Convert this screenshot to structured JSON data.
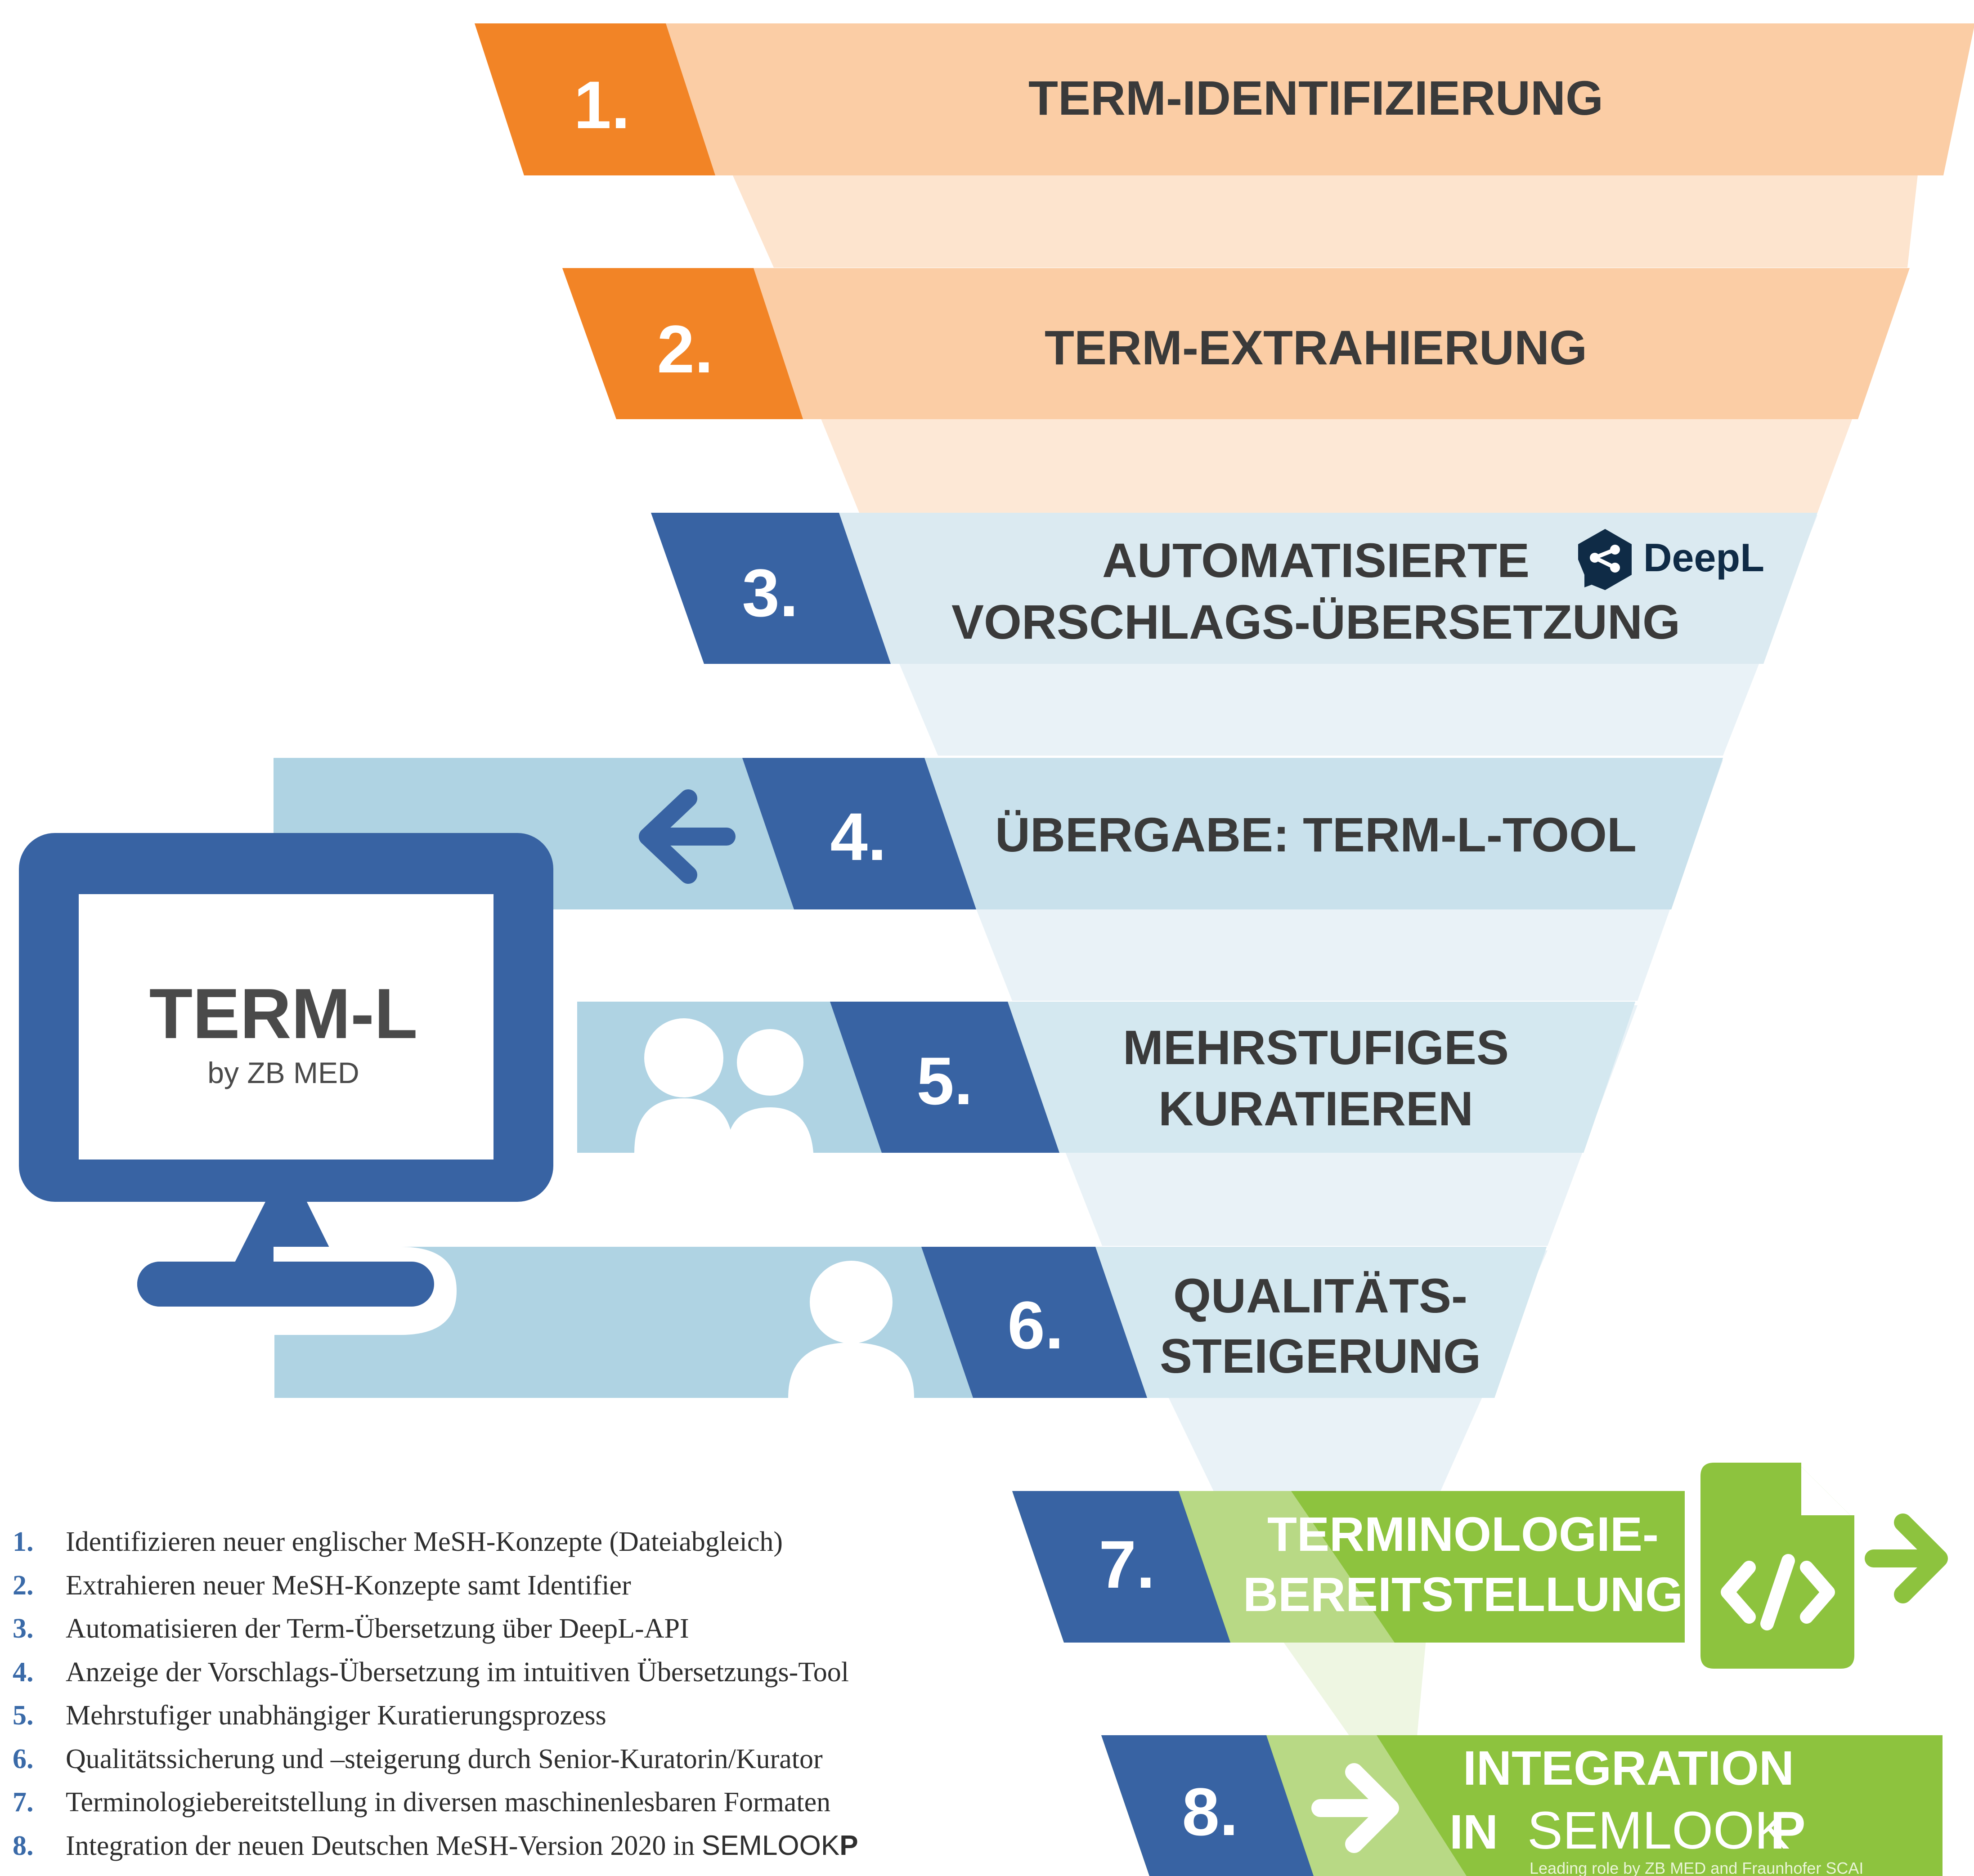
{
  "steps": [
    {
      "number": "1.",
      "lines": [
        "TERM-IDENTIFIZIERUNG"
      ]
    },
    {
      "number": "2.",
      "lines": [
        "TERM-EXTRAHIERUNG"
      ]
    },
    {
      "number": "3.",
      "lines": [
        "AUTOMATISIERTE",
        "VORSCHLAGS-ÜBERSETZUNG"
      ]
    },
    {
      "number": "4.",
      "lines": [
        "ÜBERGABE: TERM-L-TOOL"
      ]
    },
    {
      "number": "5.",
      "lines": [
        "MEHRSTUFIGES",
        "KURATIEREN"
      ]
    },
    {
      "number": "6.",
      "lines": [
        "QUALITÄTS-",
        "STEIGERUNG"
      ]
    },
    {
      "number": "7.",
      "lines": [
        "TERMINOLOGIE-",
        "BEREITSTELLUNG"
      ]
    },
    {
      "number": "8.",
      "lines": [
        "INTEGRATION",
        "IN"
      ]
    }
  ],
  "deepl_logo": {
    "text": "DeepL"
  },
  "monitor": {
    "title": "TERM-L",
    "subtitle": "by ZB MED"
  },
  "semlookp": {
    "light": "SEMLOOK",
    "bold": "P",
    "tagline": "Leading role by ZB MED and Fraunhofer SCAI"
  },
  "legend": [
    {
      "n": "1.",
      "text": "Identifizieren neuer englischer MeSH-Konzepte (Dateiabgleich)"
    },
    {
      "n": "2.",
      "text": "Extrahieren neuer MeSH-Konzepte samt Identifier"
    },
    {
      "n": "3.",
      "text": "Automatisieren der Term-Übersetzung über DeepL-API"
    },
    {
      "n": "4.",
      "text": "Anzeige der Vorschlags-Übersetzung im intuitiven Übersetzungs-Tool"
    },
    {
      "n": "5.",
      "text": "Mehrstufiger unabhängiger Kuratierungsprozess"
    },
    {
      "n": "6.",
      "text": "Qualitätssicherung und –steigerung durch Senior-Kuratorin/Kurator"
    },
    {
      "n": "7.",
      "text": "Terminologiebereitstellung  in diversen maschinenlesbaren Formaten"
    },
    {
      "n": "8.",
      "text": "Integration der neuen Deutschen MeSH-Version 2020 in",
      "suffix_light": "SEMLOOK",
      "suffix_bold": "P"
    }
  ],
  "colors": {
    "orange": "#f28426",
    "orange_light": "#fbcda5",
    "blue": "#3863a3",
    "blue_light": "#afd3e3",
    "blue_pale": "#dbeaf1",
    "green": "#8dc33e",
    "green_light": "#c3df97"
  },
  "icons": [
    "deepl-logo-icon",
    "monitor-icon",
    "arrow-left-icon",
    "two-persons-icon",
    "person-icon",
    "code-file-icon",
    "arrow-right-icon"
  ]
}
